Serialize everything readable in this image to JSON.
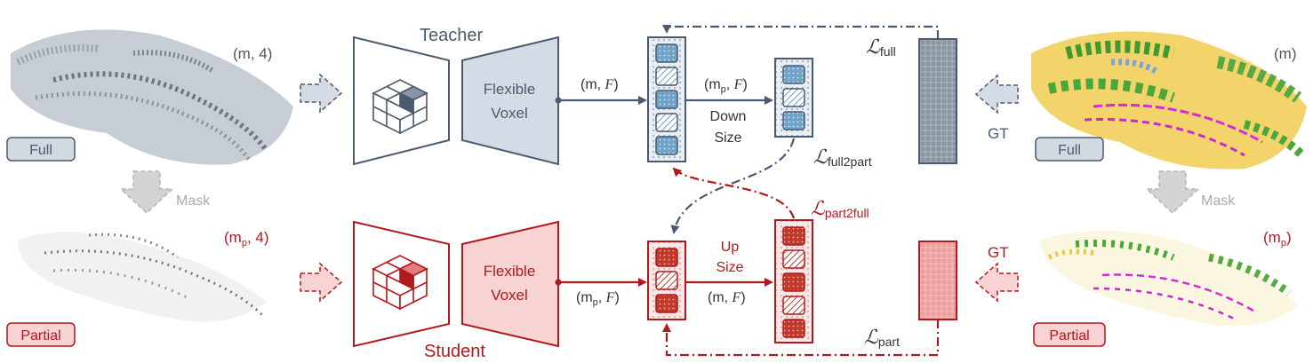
{
  "teacher_label": "Teacher",
  "student_label": "Student",
  "input_full": {
    "shape": "(m, 4)",
    "badge": "Full"
  },
  "input_partial": {
    "shape_main": "(m",
    "shape_sub": "p",
    "shape_tail": ", 4)",
    "badge": "Partial"
  },
  "mask_label": "Mask",
  "output_full": {
    "shape": "(m)",
    "badge": "Full"
  },
  "output_partial": {
    "shape_main": "(m",
    "shape_sub": "p",
    "shape_tail": ")",
    "badge": "Partial"
  },
  "gt_label": "GT",
  "module": {
    "line1": "Flexible",
    "line2": "Voxel"
  },
  "teacher_feat": {
    "main": "(m, ",
    "var": "F",
    "tail": ")"
  },
  "teacher_down_feat": {
    "main": "(m",
    "sub": "p",
    "mid": ", ",
    "var": "F",
    "tail": ")"
  },
  "student_feat": {
    "main": "(m",
    "sub": "p",
    "mid": ", ",
    "var": "F",
    "tail": ")"
  },
  "student_up_feat": {
    "main": "(m, ",
    "var": "F",
    "tail": ")"
  },
  "down_size": {
    "line1": "Down",
    "line2": "Size"
  },
  "up_size": {
    "line1": "Up",
    "line2": "Size"
  },
  "losses": {
    "full": {
      "symbol": "ℒ",
      "sub": "full"
    },
    "full2part": {
      "symbol": "ℒ",
      "sub": "full2part"
    },
    "part2full": {
      "symbol": "ℒ",
      "sub": "part2full"
    },
    "part": {
      "symbol": "ℒ",
      "sub": "part"
    }
  },
  "colors": {
    "teacher": "#4a5a70",
    "teacher_fill": "#d5dbe4",
    "student": "#b3191b",
    "student_fill": "#f7d3d3",
    "cell_blue": "#6fa3c7",
    "cell_red": "#c0392b",
    "badge_full_bg": "#d3d9e1",
    "badge_partial_bg": "#f7d3d3",
    "gray_arrow": "#cfcfcf",
    "gt_bar_teacher": "#8a94a3",
    "gt_bar_student": "#e99a9a"
  }
}
